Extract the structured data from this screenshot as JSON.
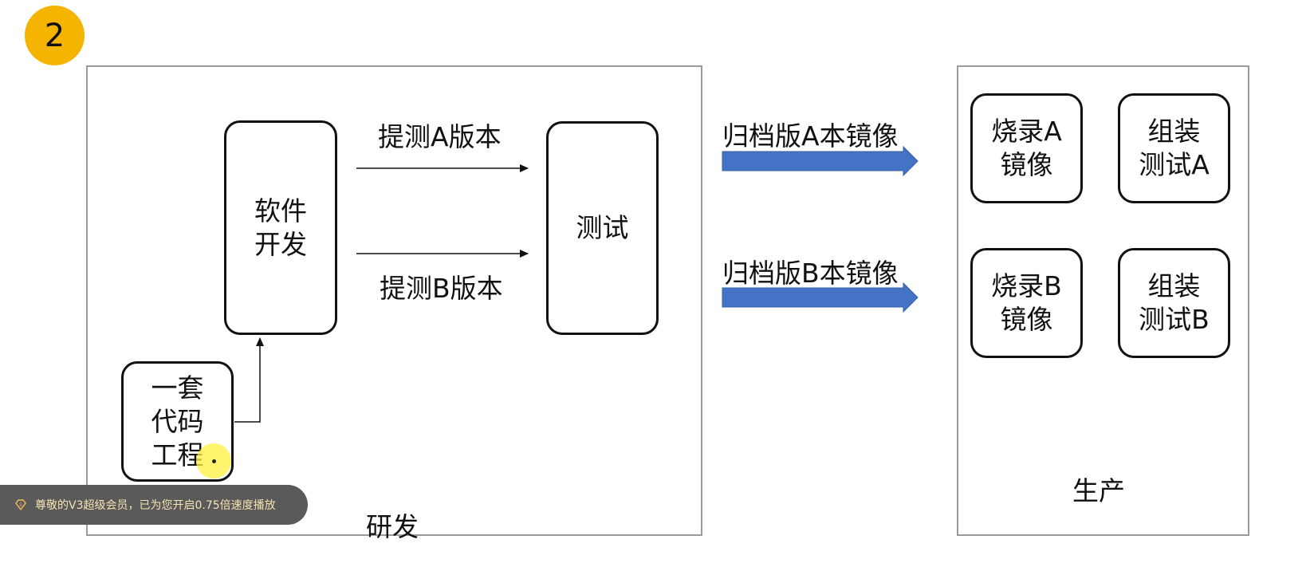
{
  "badge": {
    "number": "2"
  },
  "regions": {
    "dev_label": "研发",
    "prod_label": "生产"
  },
  "nodes": {
    "code_project": "一套\n代码\n工程",
    "software_dev": "软件\n开发",
    "testing": "测试",
    "burn_a": "烧录A\n镜像",
    "assemble_test_a": "组装\n测试A",
    "burn_b": "烧录B\n镜像",
    "assemble_test_b": "组装\n测试B"
  },
  "arrows": {
    "submit_a": "提测A版本",
    "submit_b": "提测B版本",
    "archive_a": "归档版A本镜像",
    "archive_b": "归档版B本镜像"
  },
  "toast": {
    "text": "尊敬的V3超级会员，已为您开启0.75倍速度播放"
  },
  "colors": {
    "badge": "#f5b400",
    "archive_arrow": "#4472c4",
    "toast_bg": "#5a5a5a",
    "toast_text": "#f4e3b0"
  }
}
